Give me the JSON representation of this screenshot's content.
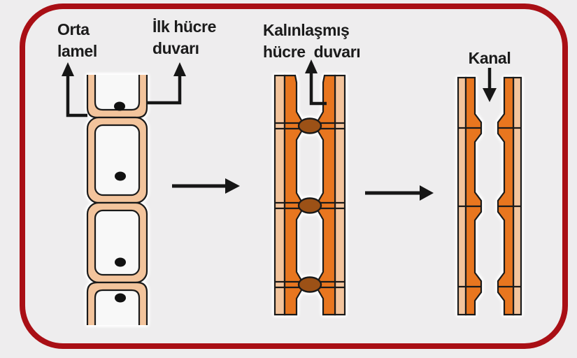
{
  "labels": {
    "middle_lamella": {
      "line1": "Orta",
      "line2": "lamel"
    },
    "primary_wall": {
      "line1": "İlk hücre",
      "line2": "duvarı"
    },
    "thickened_wall": {
      "line1": "Kalınlaşmış",
      "line2": "hücre  duvarı"
    },
    "canal": "Kanal"
  },
  "colors": {
    "background": "#eeedee",
    "border": "#a90f15",
    "primary_wall_fill": "#f3c49c",
    "secondary_wall_fill": "#e8761f",
    "pit_fill": "#9c5116",
    "lumen": "#f8f8f8",
    "outline": "#1a1a1a",
    "arrow": "#161616",
    "nucleus": "#111111"
  }
}
